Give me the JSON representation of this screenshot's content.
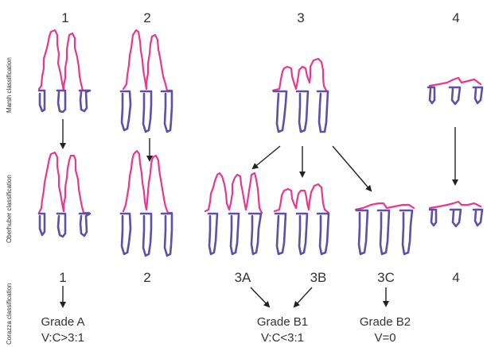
{
  "colors": {
    "villus": "#e8378c",
    "crypt": "#5e4fa8",
    "arrow": "#222222",
    "text": "#333333"
  },
  "column_numbers": [
    "1",
    "2",
    "3",
    "4"
  ],
  "row_titles": {
    "marsh": "Marsh classification",
    "oberhuber": "Oberhuber classification",
    "corazza": "Corazza classification"
  },
  "corazza_labels": [
    "1",
    "2",
    "3A",
    "3B",
    "3C",
    "4"
  ],
  "grades": {
    "a": {
      "name": "Grade A",
      "ratio": "V:C>3:1"
    },
    "b1": {
      "name": "Grade B1",
      "ratio": "V:C<3:1"
    },
    "b2": {
      "name": "Grade B2",
      "ratio": "V=0"
    }
  }
}
